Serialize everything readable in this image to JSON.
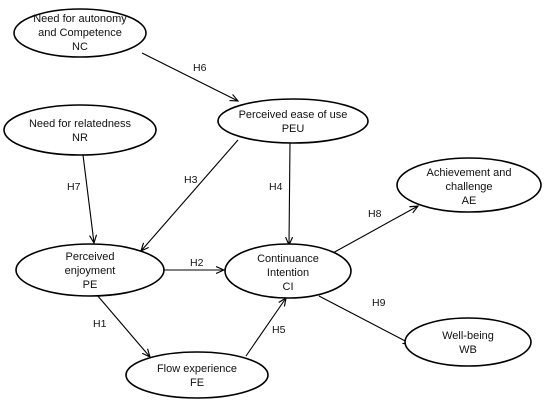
{
  "diagram": {
    "nodes": {
      "nc": {
        "lines": [
          "Need for autonomy",
          "and Competence",
          "NC"
        ]
      },
      "nr": {
        "lines": [
          "Need for relatedness",
          "NR"
        ]
      },
      "peu": {
        "lines": [
          "Perceived ease  of use",
          "PEU"
        ]
      },
      "pe": {
        "lines": [
          "Perceived",
          "enjoyment",
          "PE"
        ]
      },
      "ci": {
        "lines": [
          "Continuance",
          "Intention",
          "CI"
        ]
      },
      "ae": {
        "lines": [
          "Achievement and",
          "challenge",
          "AE"
        ]
      },
      "fe": {
        "lines": [
          "Flow experience",
          "FE"
        ]
      },
      "wb": {
        "lines": [
          "Well-being",
          "WB"
        ]
      }
    },
    "edges": [
      {
        "id": "h6",
        "label": "H6",
        "from": "nc",
        "to": "peu"
      },
      {
        "id": "h7",
        "label": "H7",
        "from": "nr",
        "to": "pe"
      },
      {
        "id": "h3",
        "label": "H3",
        "from": "peu",
        "to": "pe"
      },
      {
        "id": "h4",
        "label": "H4",
        "from": "peu",
        "to": "ci"
      },
      {
        "id": "h2",
        "label": "H2",
        "from": "pe",
        "to": "ci"
      },
      {
        "id": "h8",
        "label": "H8",
        "from": "ci",
        "to": "ae"
      },
      {
        "id": "h1",
        "label": "H1",
        "from": "pe",
        "to": "fe"
      },
      {
        "id": "h5",
        "label": "H5",
        "from": "fe",
        "to": "ci"
      },
      {
        "id": "h9",
        "label": "H9",
        "from": "ci",
        "to": "wb"
      }
    ]
  }
}
